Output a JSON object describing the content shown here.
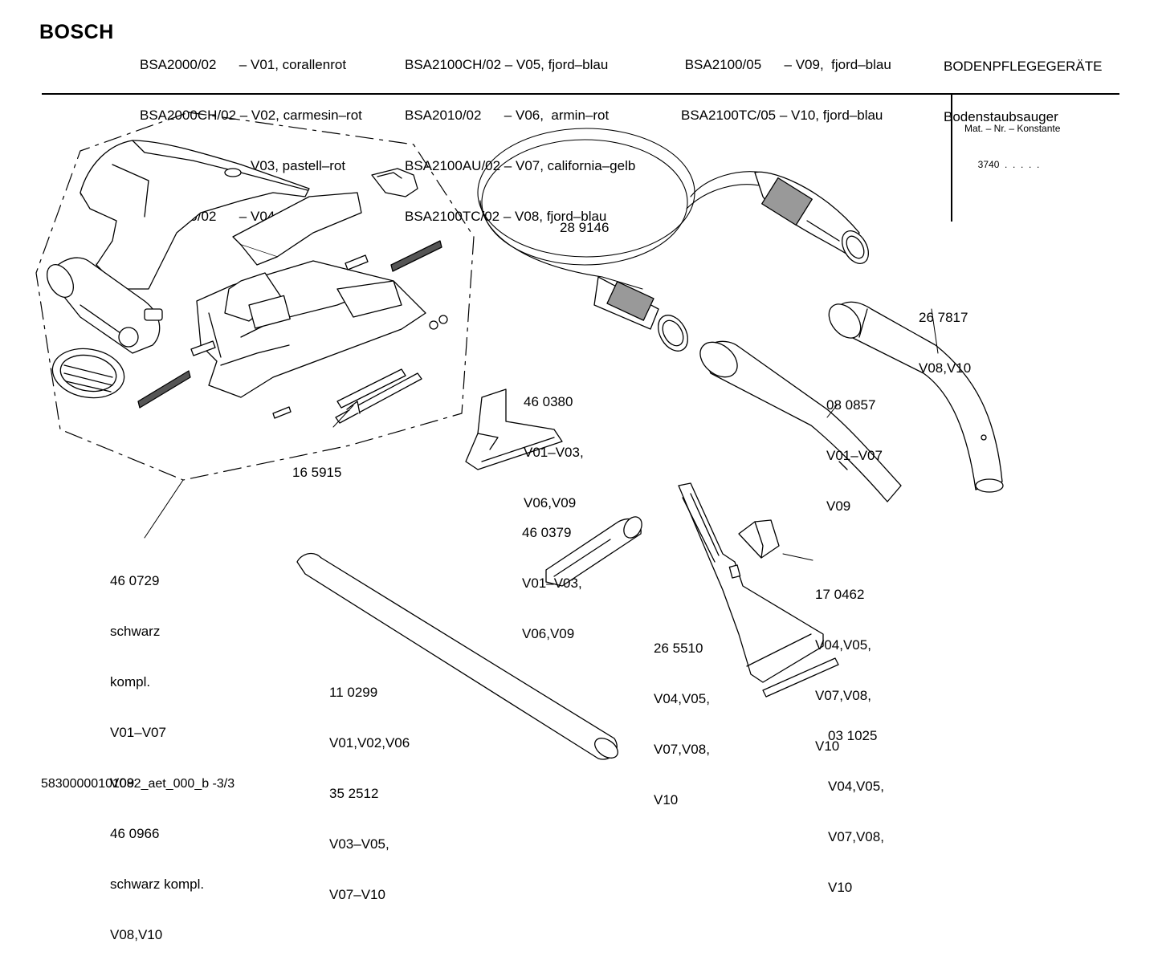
{
  "header": {
    "brand": "BOSCH",
    "col1": [
      "BSA2000/02      – V01, corallenrot",
      "BSA2000CH/02 – V02, carmesin–rot",
      "BSA2001/02      – V03, pastell–rot",
      "BSA2100/02      – V04, fjord–blau"
    ],
    "col2": [
      "BSA2100CH/02 – V05, fjord–blau",
      "BSA2010/02      – V06,  armin–rot",
      "BSA2100AU/02 – V07, california–gelb",
      "BSA2100TC/02 – V08, fjord–blau"
    ],
    "col3": [
      " BSA2100/05      – V09,  fjord–blau",
      "BSA2100TC/05 – V10, fjord–blau"
    ],
    "category": "BODENPFLEGEGERÄTE",
    "subcategory": "Bodenstaubsauger"
  },
  "mat_box": {
    "title": "Mat. – Nr. – Konstante",
    "value": "     3740  .  .  .  .  ."
  },
  "parts": [
    {
      "id": "nozzle",
      "lines": [
        "16 5915"
      ]
    },
    {
      "id": "hose",
      "lines": [
        "28 9146"
      ]
    },
    {
      "id": "handle",
      "lines": [
        "26 7817",
        "V08,V10"
      ]
    },
    {
      "id": "handle-tube",
      "lines": [
        "08 0857",
        "V01–V07",
        "V09"
      ]
    },
    {
      "id": "upholstery-nozzle",
      "lines": [
        "46 0380",
        "V01–V03,",
        "V06,V09"
      ]
    },
    {
      "id": "crevice-nozzle",
      "lines": [
        "46 0379",
        "V01–V03,",
        "V06,V09"
      ]
    },
    {
      "id": "clip",
      "lines": [
        "17 0462",
        "V04,V05,",
        "V07,V08,",
        "V10"
      ]
    },
    {
      "id": "floor-tool",
      "lines": [
        "26 5510",
        "V04,V05,",
        "V07,V08,",
        "V10"
      ]
    },
    {
      "id": "strip",
      "lines": [
        "03 1025",
        "V04,V05,",
        "V07,V08,",
        "V10"
      ]
    },
    {
      "id": "tube",
      "lines": [
        "11 0299",
        "V01,V02,V06",
        "35 2512",
        "V03–V05,",
        "V07–V10"
      ]
    },
    {
      "id": "nozzle-assembly",
      "lines": [
        "46 0729",
        "schwarz",
        "kompl.",
        "V01–V07",
        "V09",
        "46 0966",
        "schwarz kompl.",
        "V08,V10"
      ]
    }
  ],
  "footer": "58300000101082_aet_000_b -3/3"
}
